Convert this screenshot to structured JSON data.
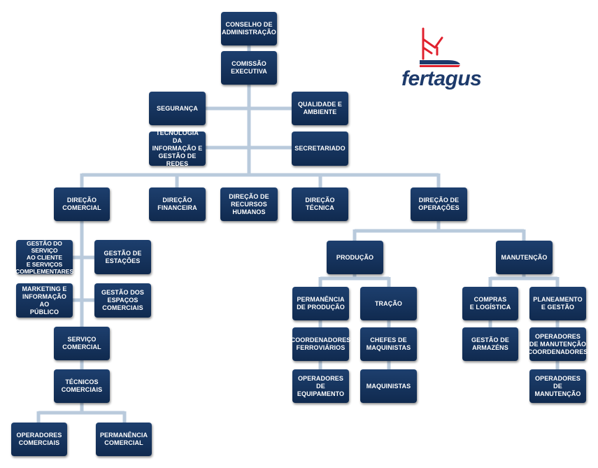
{
  "logo": {
    "brand_text": "fertagus",
    "mark_icon": "fertagus-train-logo-icon",
    "brand_color": "#1d3a6b",
    "mark_color": "#e0212e"
  },
  "colors": {
    "box_fill": "#153563",
    "connector": "#b9cadc",
    "text": "#ffffff"
  },
  "org": {
    "conselho": "CONSELHO DE\nADMINISTRAÇÃO",
    "comissao": "COMISSÃO\nEXECUTIVA",
    "seguranca": "SEGURANÇA",
    "qualidade": "QUALIDADE E\nAMBIENTE",
    "tecnologia": "TECNOLOGIA DA\nINFORMAÇÃO E\nGESTÃO DE REDES",
    "secretariado": "SECRETARIADO",
    "dir_comercial": "DIREÇÃO\nCOMERCIAL",
    "dir_financeira": "DIREÇÃO\nFINANCEIRA",
    "dir_rh": "DIREÇÃO DE\nRECURSOS\nHUMANOS",
    "dir_tecnica": "DIREÇÃO\nTÉCNICA",
    "dir_operacoes": "DIREÇÃO DE\nOPERAÇÕES",
    "gestao_servico": "GESTÃO DO SERVIÇO\nAO CLIENTE\nE SERVIÇOS\nCOMPLEMENTARES",
    "gestao_estacoes": "GESTÃO DE\nESTAÇÕES",
    "marketing": "MARKETING E\nINFORMAÇÃO AO\nPÚBLICO",
    "gestao_espacos": "GESTÃO DOS\nESPAÇOS\nCOMERCIAIS",
    "servico_comercial": "SERVIÇO\nCOMERCIAL",
    "tecnicos_comerciais": "TÉCNICOS\nCOMERCIAIS",
    "operadores_comerciais": "OPERADORES\nCOMERCIAIS",
    "permanencia_comercial": "PERMANÊNCIA\nCOMERCIAL",
    "producao": "PRODUÇÃO",
    "manutencao": "MANUTENÇÃO",
    "permanencia_producao": "PERMANÊNCIA\nDE PRODUÇÃO",
    "tracao": "TRAÇÃO",
    "coordenadores_ferroviarios": "COORDENADORES\nFERROVIÁRIOS",
    "chefes_maquinistas": "CHEFES DE\nMAQUINISTAS",
    "operadores_equipamento": "OPERADORES DE\nEQUIPAMENTO",
    "maquinistas": "MAQUINISTAS",
    "compras": "COMPRAS\nE LOGÍSTICA",
    "planeamento": "PLANEAMENTO\nE GESTÃO",
    "gestao_armazens": "GESTÃO DE\nARMAZÉNS",
    "operadores_manutencao_coord": "OPERADORES\nDE MANUTENÇÃO\nCOORDENADORES",
    "operadores_manutencao": "OPERADORES\nDE MANUTENÇÃO"
  }
}
